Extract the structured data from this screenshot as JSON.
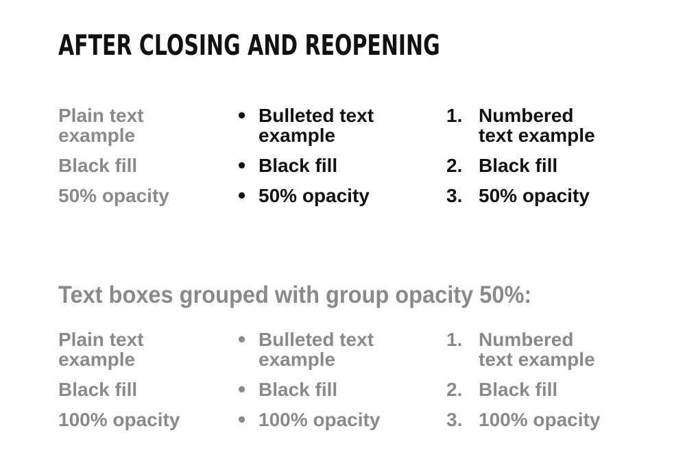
{
  "colors": {
    "background": "#ffffff",
    "text_black": "#111111",
    "text_gray": "#8a8a8a"
  },
  "top_section": {
    "title": "AFTER CLOSING AND REOPENING",
    "plain_column": {
      "items": [
        {
          "lines": [
            "Plain text",
            "example"
          ]
        },
        {
          "lines": [
            "Black fill"
          ]
        },
        {
          "lines": [
            "50% opacity"
          ]
        }
      ]
    },
    "bulleted_column": {
      "bullet_char": "•",
      "items": [
        {
          "lines": [
            "Bulleted text",
            "example"
          ]
        },
        {
          "lines": [
            "Black fill"
          ]
        },
        {
          "lines": [
            "50% opacity"
          ]
        }
      ]
    },
    "numbered_column": {
      "items": [
        {
          "marker": "1.",
          "lines": [
            "Numbered",
            "text example"
          ]
        },
        {
          "marker": "2.",
          "lines": [
            "Black fill"
          ]
        },
        {
          "marker": "3.",
          "lines": [
            "50% opacity"
          ]
        }
      ]
    }
  },
  "group_section": {
    "title": "Text boxes grouped with group opacity 50%:",
    "plain_column": {
      "items": [
        {
          "lines": [
            "Plain text",
            "example"
          ]
        },
        {
          "lines": [
            "Black fill"
          ]
        },
        {
          "lines": [
            "100% opacity"
          ]
        }
      ]
    },
    "bulleted_column": {
      "bullet_char": "•",
      "items": [
        {
          "lines": [
            "Bulleted text",
            "example"
          ]
        },
        {
          "lines": [
            "Black fill"
          ]
        },
        {
          "lines": [
            "100% opacity"
          ]
        }
      ]
    },
    "numbered_column": {
      "items": [
        {
          "marker": "1.",
          "lines": [
            "Numbered",
            "text example"
          ]
        },
        {
          "marker": "2.",
          "lines": [
            "Black fill"
          ]
        },
        {
          "marker": "3.",
          "lines": [
            "100% opacity"
          ]
        }
      ]
    }
  }
}
